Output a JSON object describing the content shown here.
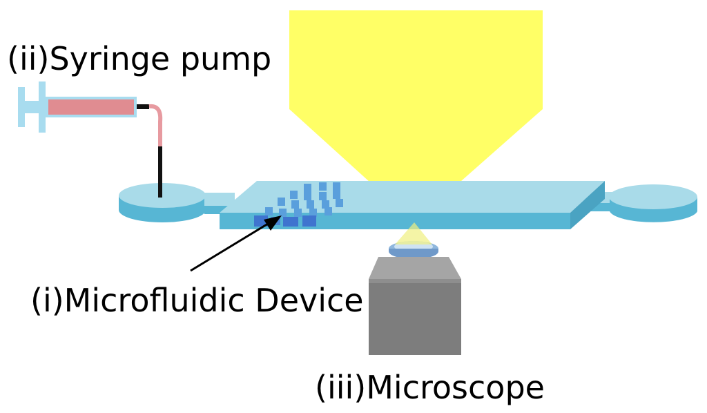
{
  "labels": {
    "syringe_pump": "(ii)Syringe pump",
    "microfluidic_device": "(i)Microfluidic Device",
    "microscope": "(iii)Microscope"
  },
  "colors": {
    "light_beam": "#ffff66",
    "device_top": "#a9dbe9",
    "device_side": "#57b6d4",
    "pillars": "#5a9fdc",
    "pillars_dark": "#3f74cf",
    "syringe_body": "#a8dcef",
    "syringe_liquid": "#e08c91",
    "tubing": "#e79aa0",
    "objective_body": "#7d7d7d",
    "objective_top": "#a5a5a5",
    "lens": "#8fb7dd",
    "arrow": "#000000"
  },
  "icons": {
    "syringe": "syringe-icon",
    "microscope_objective": "microscope-objective-icon",
    "light_cone": "light-beam-icon"
  }
}
